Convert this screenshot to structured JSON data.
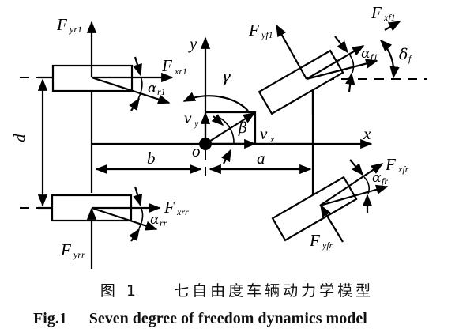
{
  "figure": {
    "caption_cn_label": "图 1",
    "caption_cn_title": "七自由度车辆动力学模型",
    "caption_en_label": "Fig.1",
    "caption_en_title": "Seven degree of freedom dynamics model"
  },
  "labels": {
    "F": "F",
    "yr1": "yr1",
    "xr1": "xr1",
    "yrr": "yrr",
    "xrr": "xrr",
    "yf1": "yf1",
    "xf1": "xf1",
    "yfr": "yfr",
    "xfr": "xfr",
    "alpha": "α",
    "alpha_r1": "r1",
    "alpha_rr": "rr",
    "alpha_f1": "f1",
    "alpha_fr": "fr",
    "delta": "δ",
    "delta_sub": "f",
    "gamma": "γ",
    "beta": "β",
    "v": "v",
    "vx_sub": "x",
    "vy_sub": "y",
    "x_axis": "x",
    "y_axis": "y",
    "origin": "o",
    "a": "a",
    "b": "b",
    "d": "d"
  }
}
